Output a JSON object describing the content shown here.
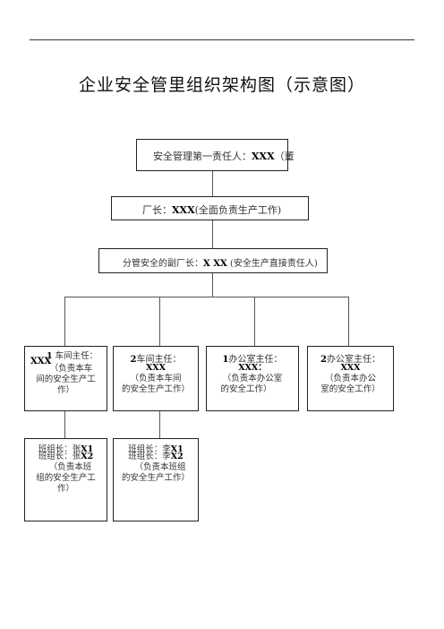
{
  "title": "企业安全管里组织架构图（示意图）",
  "nodes": {
    "n1": {
      "label": "安全管理第一责任人：",
      "name": "XXX",
      "tail": "（董"
    },
    "n2": {
      "label": "厂长：",
      "name": "XXX",
      "tail": "(全面负责生产工作)"
    },
    "n3": {
      "label": "分管安全的副厂长：",
      "name": "X XX",
      "tail": "(安全生产直接责任人)"
    },
    "d1": {
      "num": "1",
      "title": "车间主任：",
      "name": "XXX",
      "duty_1": "（负责本车",
      "duty_2": "间的安全生产工",
      "duty_3": "作）"
    },
    "d2": {
      "num": "2",
      "title": "车间主任：",
      "name": "XXX",
      "duty_1": "（负责本车间",
      "duty_2": "的安全生产工作）"
    },
    "d3": {
      "num": "1",
      "title": "办公室主任：",
      "name": "XXX：",
      "duty_1": "（负责本办公室",
      "duty_2": "的安全工作）"
    },
    "d4": {
      "num": "2",
      "title": "办公室主任：",
      "name": "XXX",
      "duty_1": "（负责本办公",
      "duty_2": "室的安全工作）"
    },
    "t1": {
      "line_1": "班组长：张",
      "code_1": "X1",
      "line_2": "班组长：张",
      "code_2": "X2",
      "duty_1": "（负责本班",
      "duty_2": "组的安全生产工",
      "duty_3": "作）"
    },
    "t2": {
      "line_1": "班组长：李",
      "code_1": "X1",
      "line_2": "班组长：李",
      "code_2": "X2",
      "duty_1": "（负责本班组",
      "duty_2": "的安全生产工作）"
    }
  }
}
